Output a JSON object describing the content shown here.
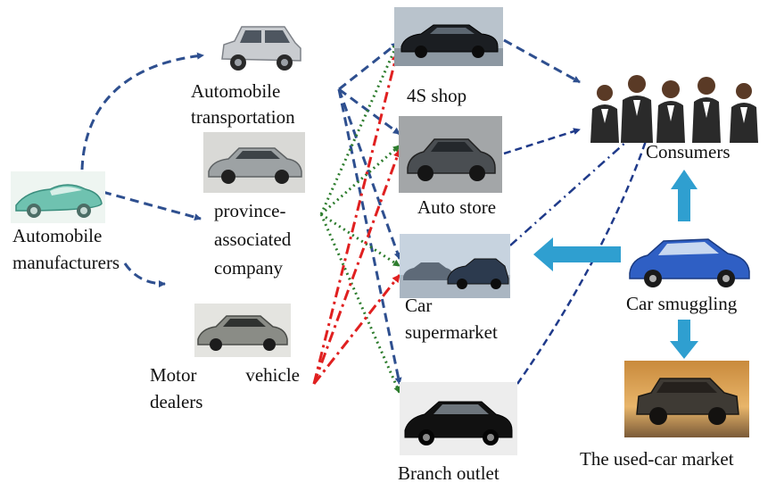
{
  "nodes": {
    "manufacturers": {
      "line1": "Automobile",
      "line2": "manufacturers"
    },
    "transportation": {
      "line1": "Automobile",
      "line2": "transportation"
    },
    "province": {
      "line1": "province-",
      "line2": "associated",
      "line3": "company"
    },
    "dealers": {
      "line1": "Motor",
      "line1b": "vehicle",
      "line2": "dealers"
    },
    "shop4s": {
      "label": "4S shop"
    },
    "autostore": {
      "label": "Auto store"
    },
    "supermarket": {
      "line1": "Car",
      "line2": "supermarket"
    },
    "branch": {
      "label": "Branch outlet"
    },
    "consumers": {
      "label": "Consumers"
    },
    "smuggling": {
      "label": "Car smuggling"
    },
    "usedcar": {
      "label": "The used-car market"
    }
  },
  "colors": {
    "blue_dashed": "#2e4f8f",
    "green_dotted": "#2e7d2e",
    "red_dashdot": "#e02020",
    "navy_dashdot": "#1f3a8a",
    "cyan_arrow": "#2f9fd0"
  }
}
